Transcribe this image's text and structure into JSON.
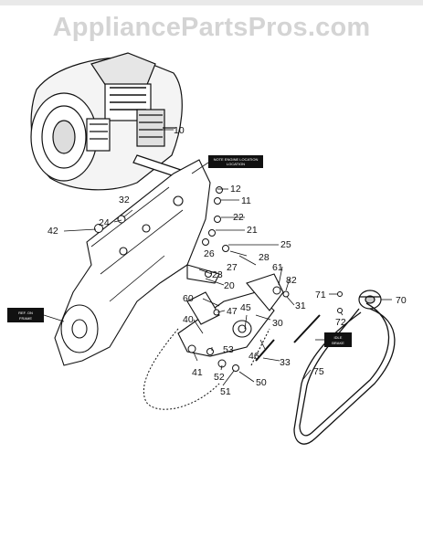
{
  "watermark": "AppliancePartsPros.com",
  "callouts": {
    "location_line1": "NOTE ENGINE LOCATION",
    "location_line2": "LOCATION",
    "frame_line1": "REF. ON",
    "frame_line2": "FRAME",
    "idler_line1": "IDLE",
    "idler_line2": "BRAKE"
  },
  "parts": {
    "p10": "10",
    "p12": "12",
    "p11": "11",
    "p32": "32",
    "p22": "22",
    "p24": "24",
    "p42": "42",
    "p21": "21",
    "p25": "25",
    "p26": "26",
    "p28": "28",
    "p27": "27",
    "p23": "23",
    "p61": "61",
    "p82": "82",
    "p20": "20",
    "p71": "71",
    "p70": "70",
    "p60": "60",
    "p31": "31",
    "p45": "45",
    "p47": "47",
    "p72": "72",
    "p40": "40",
    "p30": "30",
    "p53": "53",
    "p46": "46",
    "p33": "33",
    "p41": "41",
    "p52": "52",
    "p75": "75",
    "p50": "50",
    "p51": "51"
  }
}
